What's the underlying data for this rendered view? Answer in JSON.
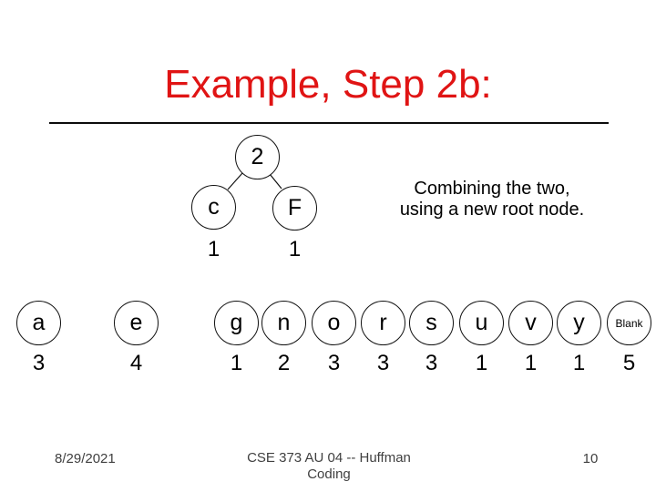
{
  "slide": {
    "title": "Example, Step 2b:",
    "caption": {
      "line1": "Combining the two,",
      "line2": "using a new root node."
    },
    "tree": {
      "root": {
        "label": "2"
      },
      "children": [
        {
          "label": "c",
          "value": "1"
        },
        {
          "label": "F",
          "value": "1"
        }
      ]
    },
    "leaves": [
      {
        "label": "a",
        "value": "3"
      },
      {
        "label": "e",
        "value": "4"
      },
      {
        "label": "g",
        "value": "1"
      },
      {
        "label": "n",
        "value": "2"
      },
      {
        "label": "o",
        "value": "3"
      },
      {
        "label": "r",
        "value": "3"
      },
      {
        "label": "s",
        "value": "3"
      },
      {
        "label": "u",
        "value": "1"
      },
      {
        "label": "v",
        "value": "1"
      },
      {
        "label": "y",
        "value": "1"
      },
      {
        "label": "Blank",
        "value": "5"
      }
    ],
    "footer": {
      "date": "8/29/2021",
      "center_line1": "CSE 373 AU 04 -- Huffman",
      "center_line2": "Coding",
      "page": "10"
    }
  },
  "colors": {
    "title_red": "#e01414",
    "text_black": "#000000",
    "footer_gray": "#404040"
  }
}
